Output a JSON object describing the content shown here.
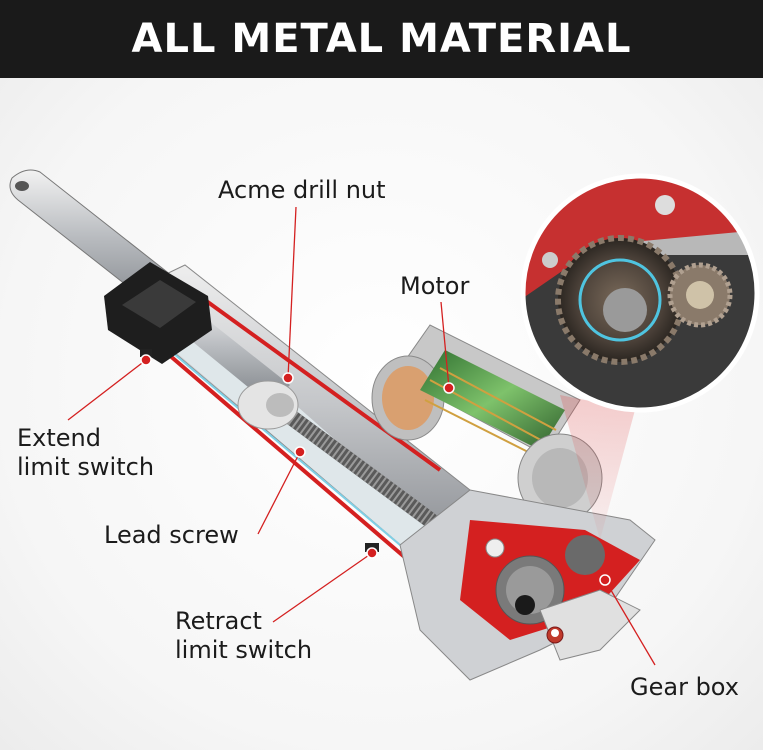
{
  "header": {
    "title": "ALL METAL MATERIAL"
  },
  "labels": {
    "acme": "Acme drill nut",
    "motor": "Motor",
    "extend_line1": "Extend",
    "extend_line2": "limit switch",
    "lead": "Lead screw",
    "retract_line1": "Retract",
    "retract_line2": "limit switch",
    "gear": "Gear box"
  },
  "colors": {
    "header_bg": "#1a1a1a",
    "accent_red": "#d42020",
    "metal": "#c9cbce",
    "motor_green": "#4f9a4a"
  }
}
